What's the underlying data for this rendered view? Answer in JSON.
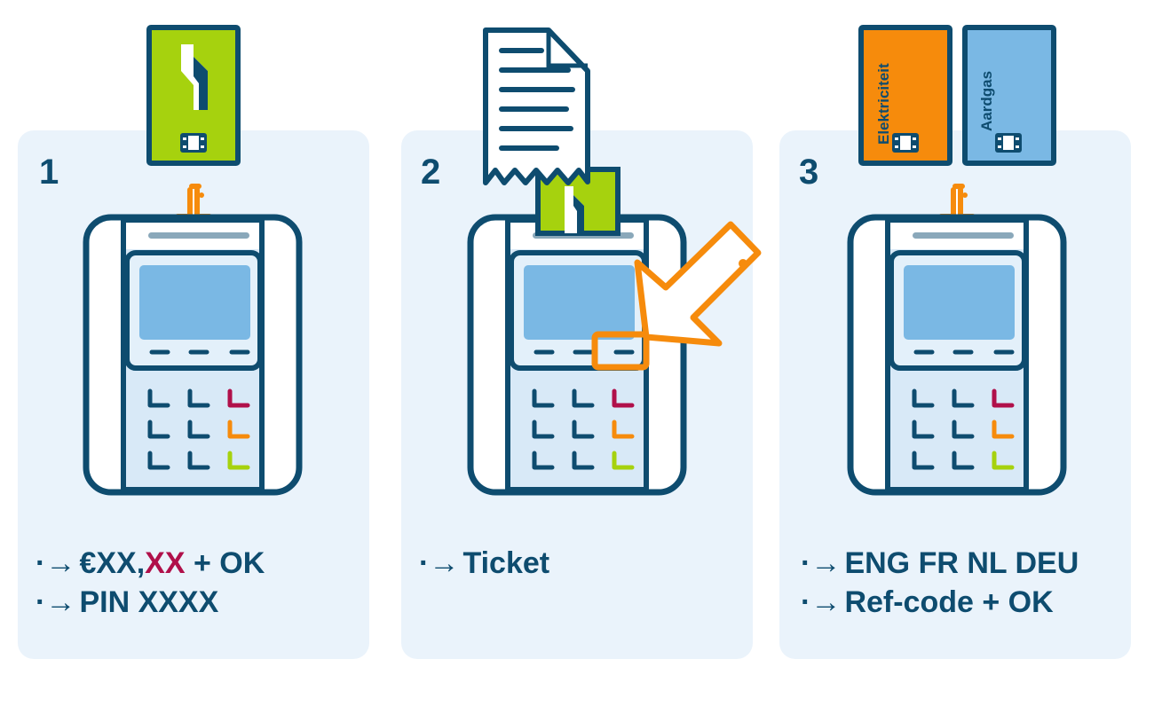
{
  "colors": {
    "navy": "#0e4c6f",
    "panel_bg": "#eaf3fb",
    "screen_blue": "#7ab8e4",
    "keypad_bg": "#d8e9f7",
    "green_card": "#a6d20e",
    "orange": "#f68b0c",
    "crimson": "#b0104a",
    "blue_card": "#7ab8e4"
  },
  "steps": [
    {
      "number": "1",
      "lines": [
        {
          "arrow": "·→",
          "parts": [
            "€XX,",
            "XX",
            " + OK"
          ]
        },
        {
          "arrow": "·→",
          "text": "PIN XXXX"
        }
      ],
      "icon": "card-into-terminal"
    },
    {
      "number": "2",
      "lines": [
        {
          "arrow": "·→",
          "text": "Ticket"
        }
      ],
      "icon": "receipt-printing"
    },
    {
      "number": "3",
      "lines": [
        {
          "arrow": "·→",
          "text": "ENG FR NL DEU"
        },
        {
          "arrow": "·→",
          "text": "Ref-code + OK"
        }
      ],
      "cards": [
        "Elektriciteit",
        "Aardgas"
      ],
      "icon": "utility-card-into-terminal"
    }
  ]
}
